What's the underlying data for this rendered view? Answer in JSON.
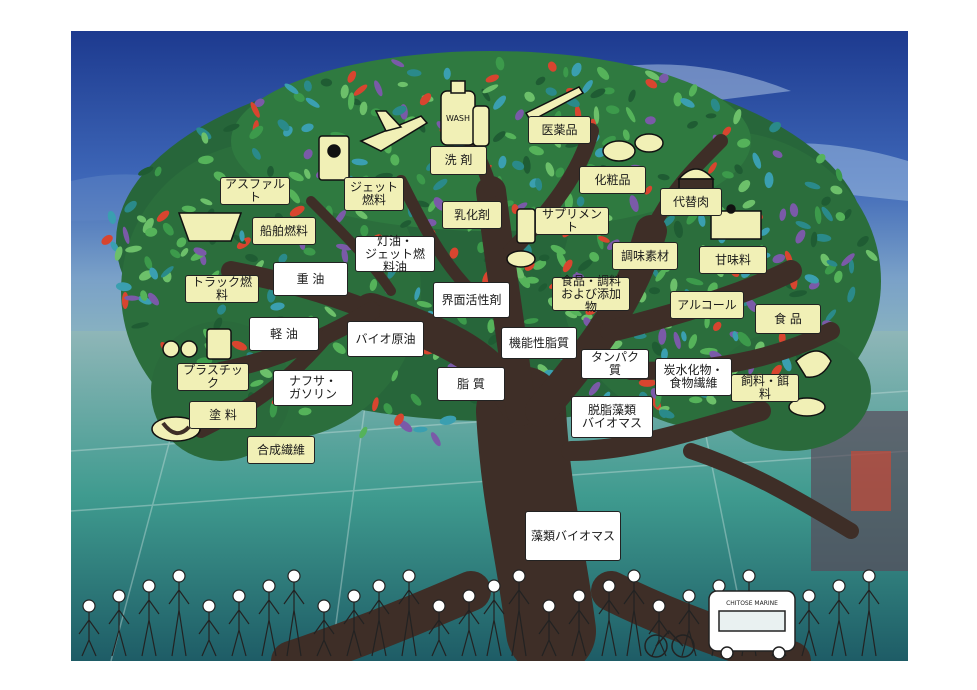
{
  "colors": {
    "sky": "#1f3f94",
    "trunk": "#3e2e27",
    "leaf": "#2d7a3a",
    "product_label_bg": "#f1f0b6",
    "process_label_bg": "#ffffff"
  },
  "labels": [
    {
      "id": "asphalt",
      "text": "アスファルト",
      "style": "product"
    },
    {
      "id": "jet-fuel",
      "text": "ジェット\n燃料",
      "style": "product"
    },
    {
      "id": "detergent",
      "text": "洗 剤",
      "style": "product"
    },
    {
      "id": "pharmaceuticals",
      "text": "医薬品",
      "style": "product"
    },
    {
      "id": "cosmetics",
      "text": "化粧品",
      "style": "product"
    },
    {
      "id": "meat-substitute",
      "text": "代替肉",
      "style": "product"
    },
    {
      "id": "emulsifier",
      "text": "乳化剤",
      "style": "product"
    },
    {
      "id": "supplements",
      "text": "サプリメント",
      "style": "product"
    },
    {
      "id": "ship-fuel",
      "text": "船舶燃料",
      "style": "product"
    },
    {
      "id": "kerosene-jet",
      "text": "灯油・\nジェット燃料油",
      "style": "process"
    },
    {
      "id": "seasoning-ingredients",
      "text": "調味素材",
      "style": "product"
    },
    {
      "id": "sweetener",
      "text": "甘味料",
      "style": "product"
    },
    {
      "id": "heavy-oil",
      "text": "重 油",
      "style": "process"
    },
    {
      "id": "truck-fuel",
      "text": "トラック燃料",
      "style": "product"
    },
    {
      "id": "surfactant",
      "text": "界面活性剤",
      "style": "process"
    },
    {
      "id": "food-seasoning-additives",
      "text": "食品・調料\nおよび添加物",
      "style": "product"
    },
    {
      "id": "alcohol",
      "text": "アルコール",
      "style": "product"
    },
    {
      "id": "food",
      "text": "食 品",
      "style": "product"
    },
    {
      "id": "light-oil",
      "text": "軽 油",
      "style": "process"
    },
    {
      "id": "bio-crude",
      "text": "バイオ原油",
      "style": "process"
    },
    {
      "id": "functional-lipids",
      "text": "機能性脂質",
      "style": "process"
    },
    {
      "id": "plastic",
      "text": "プラスチック",
      "style": "product"
    },
    {
      "id": "protein",
      "text": "タンパク質",
      "style": "process"
    },
    {
      "id": "carbohydrate-fiber",
      "text": "炭水化物・\n食物繊維",
      "style": "process"
    },
    {
      "id": "naphtha-gasoline",
      "text": "ナフサ・\nガソリン",
      "style": "process"
    },
    {
      "id": "lipids",
      "text": "脂 質",
      "style": "process"
    },
    {
      "id": "feed",
      "text": "飼料・餌料",
      "style": "product"
    },
    {
      "id": "paint",
      "text": "塗 料",
      "style": "product"
    },
    {
      "id": "defatted-algae-biomass",
      "text": "脱脂藻類\nバイオマス",
      "style": "process"
    },
    {
      "id": "synthetic-fiber",
      "text": "合成繊維",
      "style": "product"
    },
    {
      "id": "algae-biomass",
      "text": "藻類バイオマス",
      "style": "process"
    }
  ],
  "icons": [
    {
      "id": "wash-bottle",
      "text": "WASH"
    },
    {
      "id": "bus-sign",
      "text": "CHITOSE MARINE"
    }
  ]
}
